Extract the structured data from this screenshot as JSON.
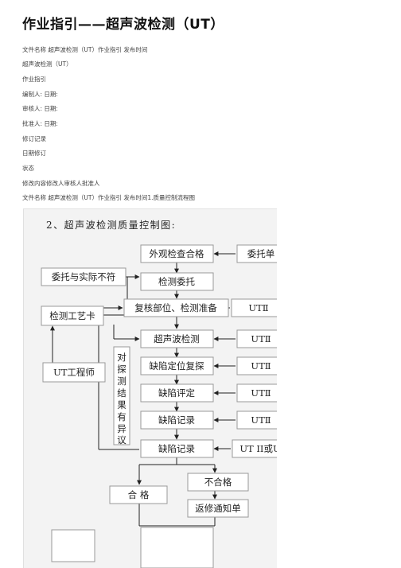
{
  "page": {
    "title": "作业指引——超声波检测（UT）",
    "meta_lines": [
      "文件名称 超声波检测（UT）作业指引 发布时间",
      "超声波检测（UT）",
      "作业指引",
      "编制人: 日期:",
      "审核人: 日期:",
      "批准人: 日期:",
      "修订记录",
      "日期修订",
      "状态",
      "修改内容修改人审核人批准人",
      "文件名称 超声波检测（UT）作业指引 发布时间1.质量控制流程图"
    ]
  },
  "flowchart": {
    "title": "2、超声波检测质量控制图:",
    "boxes": {
      "visual": "外观检查合格",
      "entrust": "委托单",
      "mismatch": "委托与实际不符",
      "detect_entrust": "检测委托",
      "process_card": "检测工艺卡",
      "recheck": "复核部位、检测准备",
      "ut_r1": "UTⅡ",
      "ut_r2": "UTⅡ",
      "ut_r3": "UTⅡ",
      "ut_r4": "UTⅡ",
      "ut_r5": "UTⅡ",
      "ut_r6": "UT II或U",
      "engineer": "UT工程师",
      "ultrasonic": "超声波检测",
      "locate": "缺陷定位复探",
      "evaluate": "缺陷评定",
      "record1": "缺陷记录",
      "record2": "缺陷记录",
      "unqualified": "不合格",
      "qualified": "合  格",
      "repair": "返修通知单"
    },
    "dispute_chars": [
      "对",
      "探",
      "测",
      "结",
      "果",
      "有",
      "异",
      "议"
    ]
  }
}
